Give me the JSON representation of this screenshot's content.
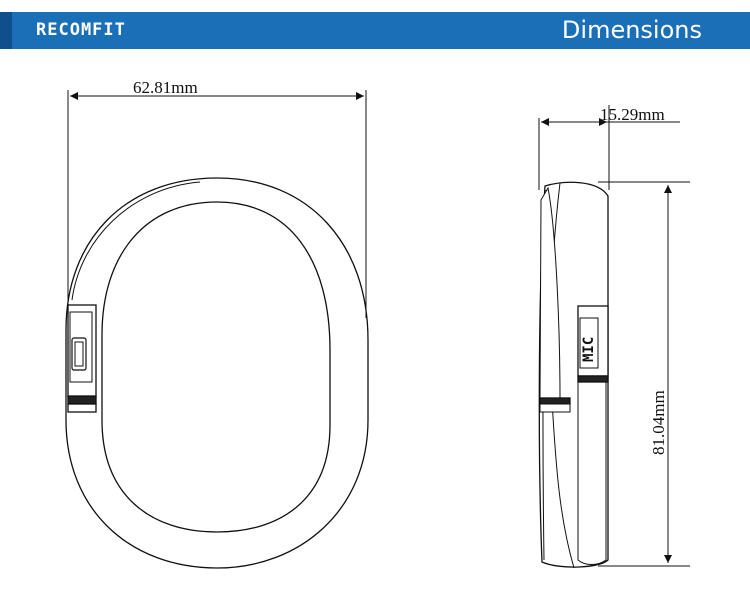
{
  "header": {
    "brand": "RECOMFIT",
    "title": "Dimensions",
    "color": "#1b6fb6"
  },
  "dimensions": {
    "width": "62.81mm",
    "depth": "15.29mm",
    "height": "81.04mm"
  },
  "side_label": "MIC"
}
